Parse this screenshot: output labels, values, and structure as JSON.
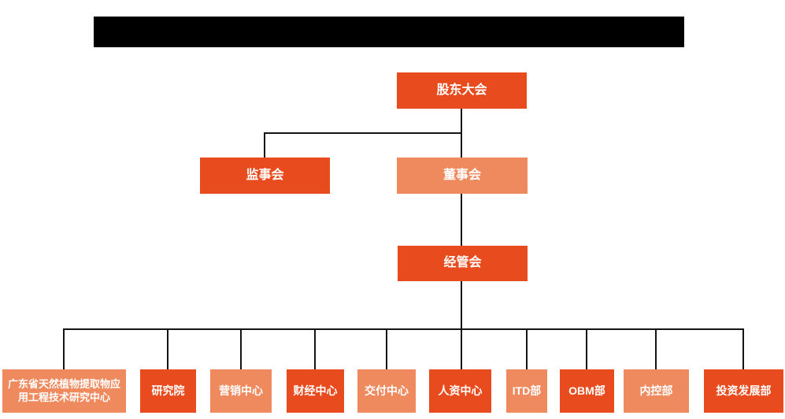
{
  "colors": {
    "primary": "#e84c1e",
    "secondary": "#ef8a5f",
    "line": "#141414",
    "redaction": "#000000",
    "background": "#ffffff",
    "text": "#ffffff"
  },
  "org": {
    "nodes": {
      "shareholders": "股东大会",
      "supervisory": "监事会",
      "board": "董事会",
      "management": "经管会"
    },
    "departments": [
      "广东省天然植物提取物应用工程技术研究中心",
      "研究院",
      "营销中心",
      "财经中心",
      "交付中心",
      "人资中心",
      "ITD部",
      "OBM部",
      "内控部",
      "投资发展部"
    ]
  }
}
